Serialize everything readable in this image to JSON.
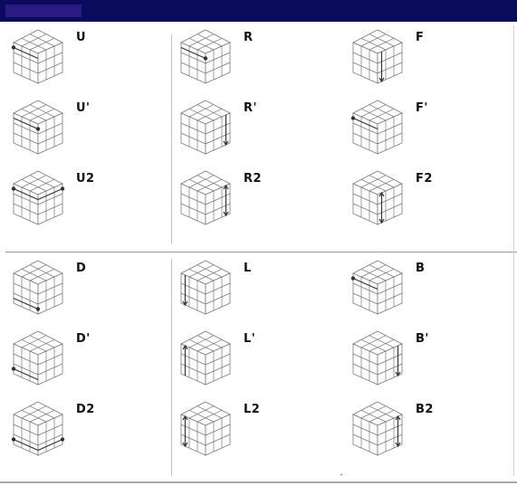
{
  "header": {
    "bar_color": "#0b0b5e",
    "tag_color": "#2a1a83"
  },
  "moves": [
    {
      "label": "U",
      "group": "top",
      "col": 0,
      "row": 0,
      "arrow": "h-top-left"
    },
    {
      "label": "U'",
      "group": "top",
      "col": 0,
      "row": 1,
      "arrow": "h-top-right"
    },
    {
      "label": "U2",
      "group": "top",
      "col": 0,
      "row": 2,
      "arrow": "h-top-both"
    },
    {
      "label": "R",
      "group": "top",
      "col": 1,
      "row": 0,
      "arrow": "h-top-right"
    },
    {
      "label": "R'",
      "group": "top",
      "col": 1,
      "row": 1,
      "arrow": "v-right-down"
    },
    {
      "label": "R2",
      "group": "top",
      "col": 1,
      "row": 2,
      "arrow": "v-right-both"
    },
    {
      "label": "F",
      "group": "top",
      "col": 2,
      "row": 0,
      "arrow": "v-front-down"
    },
    {
      "label": "F'",
      "group": "top",
      "col": 2,
      "row": 1,
      "arrow": "h-top-left"
    },
    {
      "label": "F2",
      "group": "top",
      "col": 2,
      "row": 2,
      "arrow": "v-front-both"
    },
    {
      "label": "D",
      "group": "bottom",
      "col": 0,
      "row": 0,
      "arrow": "h-bottom-right"
    },
    {
      "label": "D'",
      "group": "bottom",
      "col": 0,
      "row": 1,
      "arrow": "h-bottom-left"
    },
    {
      "label": "D2",
      "group": "bottom",
      "col": 0,
      "row": 2,
      "arrow": "h-bottom-both"
    },
    {
      "label": "L",
      "group": "bottom",
      "col": 1,
      "row": 0,
      "arrow": "v-left-down"
    },
    {
      "label": "L'",
      "group": "bottom",
      "col": 1,
      "row": 1,
      "arrow": "v-left-up"
    },
    {
      "label": "L2",
      "group": "bottom",
      "col": 1,
      "row": 2,
      "arrow": "v-left-both"
    },
    {
      "label": "B",
      "group": "bottom",
      "col": 2,
      "row": 0,
      "arrow": "h-top-left"
    },
    {
      "label": "B'",
      "group": "bottom",
      "col": 2,
      "row": 1,
      "arrow": "v-right-down"
    },
    {
      "label": "B2",
      "group": "bottom",
      "col": 2,
      "row": 2,
      "arrow": "v-right-both"
    }
  ],
  "colors": {
    "cube_face": "#ffffff",
    "cube_line": "#7a7a7a",
    "arrow": "#333333",
    "label": "#111111"
  }
}
